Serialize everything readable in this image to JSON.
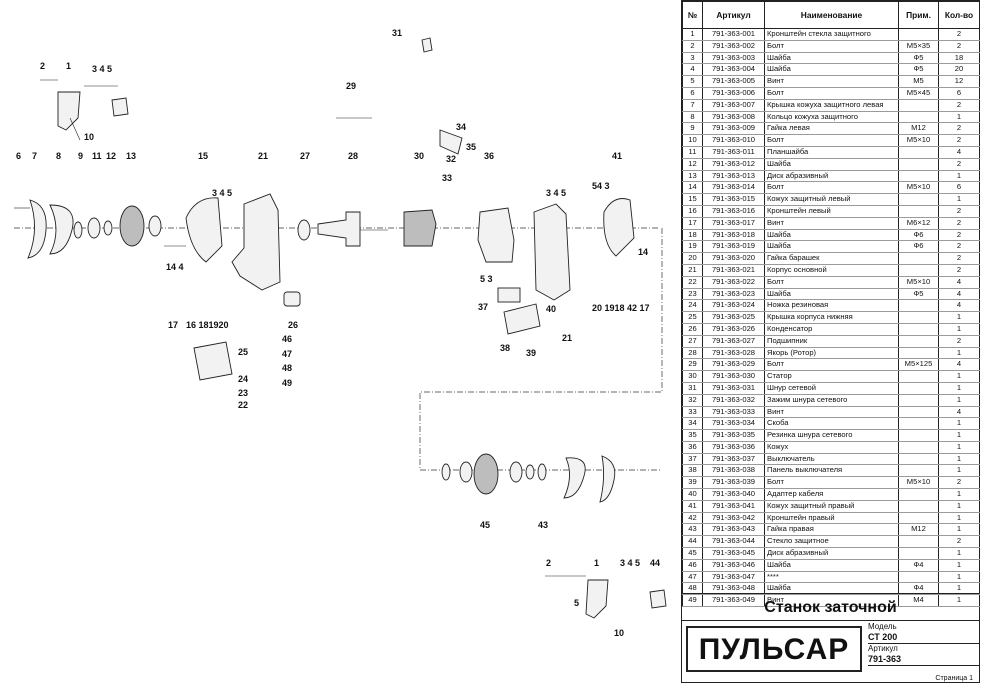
{
  "callouts": {
    "n1": "1",
    "n2": "2",
    "n3": "3",
    "n4": "4",
    "n5": "5",
    "n6": "6",
    "n7": "7",
    "n8": "8",
    "n9": "9",
    "n10": "10",
    "n11": "11",
    "n12": "12",
    "n13": "13",
    "n14": "14",
    "n15": "15",
    "n16": "16",
    "n17": "17",
    "n18": "18",
    "n19": "19",
    "n20": "20",
    "n21": "21",
    "n22": "22",
    "n23": "23",
    "n24": "24",
    "n25": "25",
    "n26": "26",
    "n27": "27",
    "n28": "28",
    "n29": "29",
    "n30": "30",
    "n31": "31",
    "n32": "32",
    "n33": "33",
    "n34": "34",
    "n35": "35",
    "n36": "36",
    "n37": "37",
    "n38": "38",
    "n39": "39",
    "n40": "40",
    "n41": "41",
    "n42": "42",
    "n43": "43",
    "n44": "44",
    "n45": "45",
    "n46": "46",
    "n47": "47",
    "n48": "48",
    "n49": "49",
    "n345": "3 4 5",
    "n53": "5 3",
    "n144": "14 4",
    "n54_3": "54 3",
    "n161819": "16  181920",
    "n2019": "20 1918 42 17"
  },
  "table": {
    "headers": {
      "no": "№",
      "art": "Артикул",
      "name": "Наименование",
      "note": "Прим.",
      "qty": "Кол-во"
    },
    "rows": [
      {
        "no": "1",
        "art": "791-363-001",
        "name": "Кронштейн стекла защитного",
        "note": "",
        "qty": "2"
      },
      {
        "no": "2",
        "art": "791-363-002",
        "name": "Болт",
        "note": "M5×35",
        "qty": "2"
      },
      {
        "no": "3",
        "art": "791-363-003",
        "name": "Шайба",
        "note": "Ф5",
        "qty": "18"
      },
      {
        "no": "4",
        "art": "791-363-004",
        "name": "Шайба",
        "note": "Ф5",
        "qty": "20"
      },
      {
        "no": "5",
        "art": "791-363-005",
        "name": "Винт",
        "note": "M5",
        "qty": "12"
      },
      {
        "no": "6",
        "art": "791-363-006",
        "name": "Болт",
        "note": "M5×45",
        "qty": "6"
      },
      {
        "no": "7",
        "art": "791-363-007",
        "name": "Крышка кожуха защитного левая",
        "note": "",
        "qty": "2"
      },
      {
        "no": "8",
        "art": "791-363-008",
        "name": "Кольцо кожуха защитного",
        "note": "",
        "qty": "1"
      },
      {
        "no": "9",
        "art": "791-363-009",
        "name": "Гайка левая",
        "note": "M12",
        "qty": "2"
      },
      {
        "no": "10",
        "art": "791-363-010",
        "name": "Болт",
        "note": "M5×10",
        "qty": "2"
      },
      {
        "no": "11",
        "art": "791-363-011",
        "name": "Планшайба",
        "note": "",
        "qty": "4"
      },
      {
        "no": "12",
        "art": "791-363-012",
        "name": "Шайба",
        "note": "",
        "qty": "2"
      },
      {
        "no": "13",
        "art": "791-363-013",
        "name": "Диск абразивный",
        "note": "",
        "qty": "1"
      },
      {
        "no": "14",
        "art": "791-363-014",
        "name": "Болт",
        "note": "M5×10",
        "qty": "6"
      },
      {
        "no": "15",
        "art": "791-363-015",
        "name": "Кожух защитный левый",
        "note": "",
        "qty": "1"
      },
      {
        "no": "16",
        "art": "791-363-016",
        "name": "Кронштейн левый",
        "note": "",
        "qty": "2"
      },
      {
        "no": "17",
        "art": "791-363-017",
        "name": "Винт",
        "note": "M6×12",
        "qty": "2"
      },
      {
        "no": "18",
        "art": "791-363-018",
        "name": "Шайба",
        "note": "Ф6",
        "qty": "2"
      },
      {
        "no": "19",
        "art": "791-363-019",
        "name": "Шайба",
        "note": "Ф6",
        "qty": "2"
      },
      {
        "no": "20",
        "art": "791-363-020",
        "name": "Гайка барашек",
        "note": "",
        "qty": "2"
      },
      {
        "no": "21",
        "art": "791-363-021",
        "name": "Корпус основной",
        "note": "",
        "qty": "2"
      },
      {
        "no": "22",
        "art": "791-363-022",
        "name": "Болт",
        "note": "M5×10",
        "qty": "4"
      },
      {
        "no": "23",
        "art": "791-363-023",
        "name": "Шайба",
        "note": "Ф5",
        "qty": "4"
      },
      {
        "no": "24",
        "art": "791-363-024",
        "name": "Ножка резиновая",
        "note": "",
        "qty": "4"
      },
      {
        "no": "25",
        "art": "791-363-025",
        "name": "Крышка корпуса нижняя",
        "note": "",
        "qty": "1"
      },
      {
        "no": "26",
        "art": "791-363-026",
        "name": "Конденсатор",
        "note": "",
        "qty": "1"
      },
      {
        "no": "27",
        "art": "791-363-027",
        "name": "Подшипник",
        "note": "",
        "qty": "2"
      },
      {
        "no": "28",
        "art": "791-363-028",
        "name": "Якорь (Ротор)",
        "note": "",
        "qty": "1"
      },
      {
        "no": "29",
        "art": "791-363-029",
        "name": "Болт",
        "note": "M5×125",
        "qty": "4"
      },
      {
        "no": "30",
        "art": "791-363-030",
        "name": "Статор",
        "note": "",
        "qty": "1"
      },
      {
        "no": "31",
        "art": "791-363-031",
        "name": "Шнур сетевой",
        "note": "",
        "qty": "1"
      },
      {
        "no": "32",
        "art": "791-363-032",
        "name": "Зажим шнура сетевого",
        "note": "",
        "qty": "1"
      },
      {
        "no": "33",
        "art": "791-363-033",
        "name": "Винт",
        "note": "",
        "qty": "4"
      },
      {
        "no": "34",
        "art": "791-363-034",
        "name": "Скоба",
        "note": "",
        "qty": "1"
      },
      {
        "no": "35",
        "art": "791-363-035",
        "name": "Резинка шнура сетевого",
        "note": "",
        "qty": "1"
      },
      {
        "no": "36",
        "art": "791-363-036",
        "name": "Кожух",
        "note": "",
        "qty": "1"
      },
      {
        "no": "37",
        "art": "791-363-037",
        "name": "Выключатель",
        "note": "",
        "qty": "1"
      },
      {
        "no": "38",
        "art": "791-363-038",
        "name": "Панель выключателя",
        "note": "",
        "qty": "1"
      },
      {
        "no": "39",
        "art": "791-363-039",
        "name": "Болт",
        "note": "M5×10",
        "qty": "2"
      },
      {
        "no": "40",
        "art": "791-363-040",
        "name": "Адаптер кабеля",
        "note": "",
        "qty": "1"
      },
      {
        "no": "41",
        "art": "791-363-041",
        "name": "Кожух защитный правый",
        "note": "",
        "qty": "1"
      },
      {
        "no": "42",
        "art": "791-363-042",
        "name": "Кронштейн правый",
        "note": "",
        "qty": "1"
      },
      {
        "no": "43",
        "art": "791-363-043",
        "name": "Гайка правая",
        "note": "M12",
        "qty": "1"
      },
      {
        "no": "44",
        "art": "791-363-044",
        "name": "Стекло защитное",
        "note": "",
        "qty": "2"
      },
      {
        "no": "45",
        "art": "791-363-045",
        "name": "Диск абразивный",
        "note": "",
        "qty": "1"
      },
      {
        "no": "46",
        "art": "791-363-046",
        "name": "Шайба",
        "note": "Ф4",
        "qty": "1"
      },
      {
        "no": "47",
        "art": "791-363-047",
        "name": "****",
        "note": "",
        "qty": "1"
      },
      {
        "no": "48",
        "art": "791-363-048",
        "name": "Шайба",
        "note": "Ф4",
        "qty": "1"
      },
      {
        "no": "49",
        "art": "791-363-049",
        "name": "Винт",
        "note": "M4",
        "qty": "1"
      }
    ]
  },
  "title_block": {
    "product_name": "Станок заточной",
    "brand": "ПУЛЬСАР",
    "model_label": "Модель",
    "model_value": "СТ 200",
    "article_label": "Артикул",
    "article_value": "791-363",
    "page": "Страница 1"
  }
}
